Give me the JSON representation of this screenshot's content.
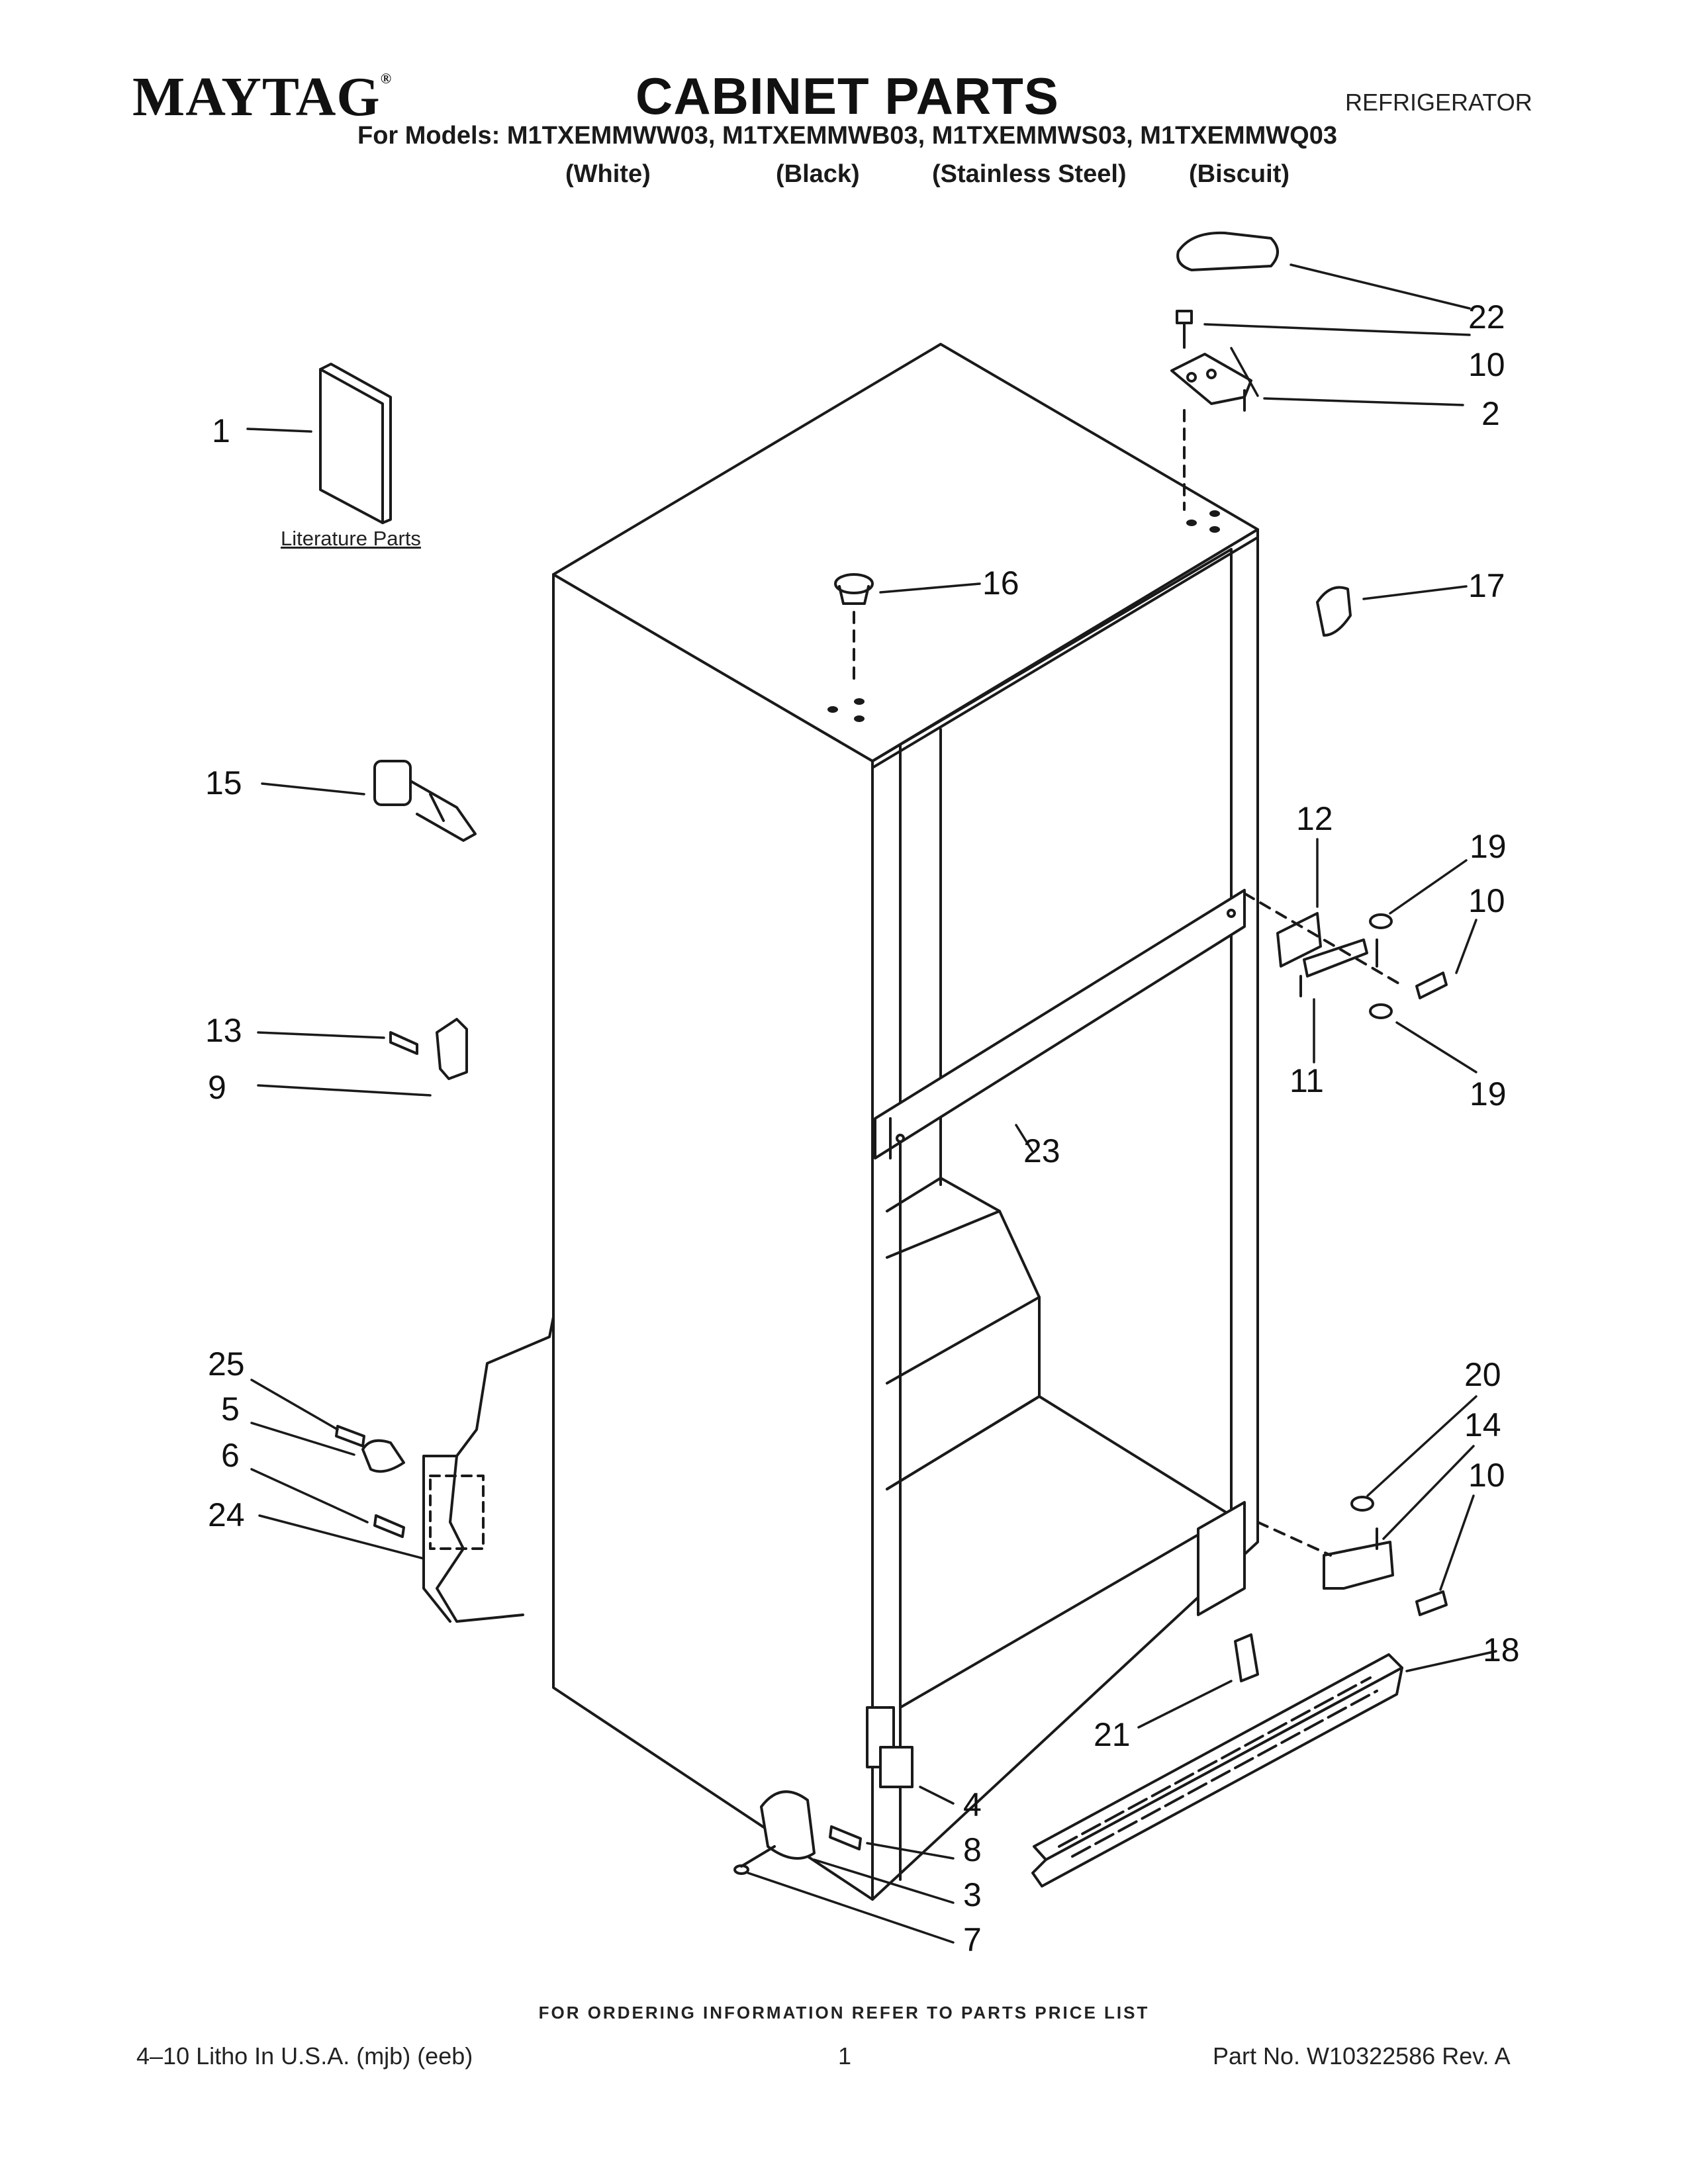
{
  "header": {
    "brand": "MAYTAG",
    "brand_mark": "®",
    "title": "CABINET PARTS",
    "category": "REFRIGERATOR",
    "models": "For Models: M1TXEMMWW03, M1TXEMMWB03, M1TXEMMWS03, M1TXEMMWQ03",
    "variants": [
      "(White)",
      "(Black)",
      "(Stainless Steel)",
      "(Biscuit)"
    ]
  },
  "literature_label": "Literature Parts",
  "callouts": {
    "c1": "1",
    "c2": "2",
    "c3": "3",
    "c4": "4",
    "c5": "5",
    "c6": "6",
    "c7": "7",
    "c8": "8",
    "c9": "9",
    "c10a": "10",
    "c10b": "10",
    "c10c": "10",
    "c11": "11",
    "c12": "12",
    "c13": "13",
    "c14": "14",
    "c15": "15",
    "c16": "16",
    "c17": "17",
    "c18": "18",
    "c19a": "19",
    "c19b": "19",
    "c20": "20",
    "c21": "21",
    "c22": "22",
    "c23": "23",
    "c24": "24",
    "c25": "25"
  },
  "footer": {
    "note": "FOR ORDERING INFORMATION REFER TO PARTS PRICE LIST",
    "left": "4–10 Litho In U.S.A. (mjb) (eeb)",
    "page": "1",
    "part_no": "Part No. W10322586 Rev. A"
  }
}
